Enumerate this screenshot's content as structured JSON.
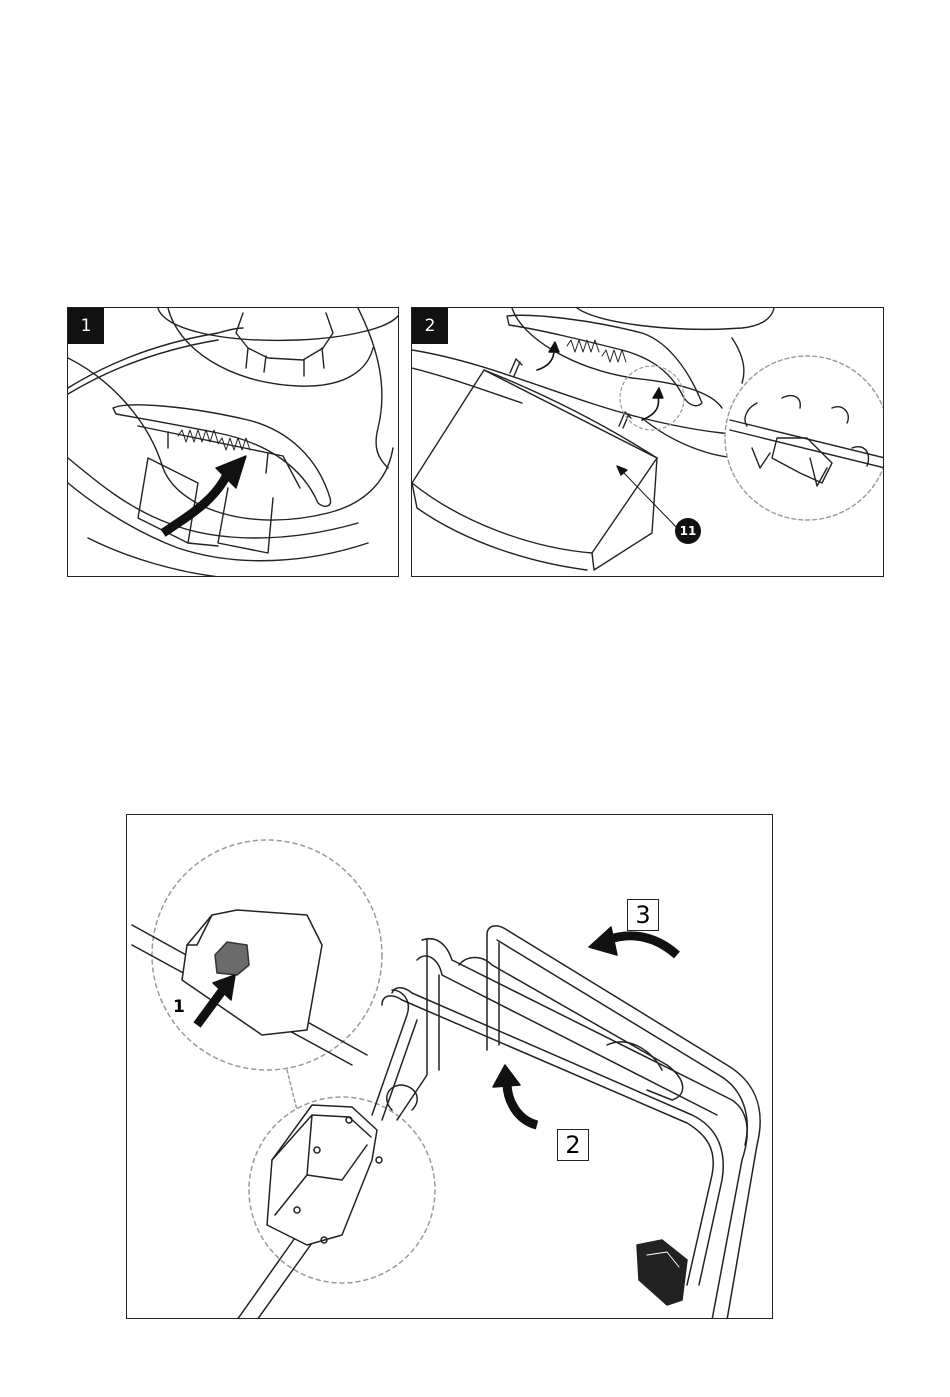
{
  "figure1": {
    "step_label": "1"
  },
  "figure2": {
    "step_label": "2",
    "callout": "11"
  },
  "figure3": {
    "labels": {
      "button": "1",
      "lift": "2",
      "rotate": "3"
    }
  },
  "colors": {
    "line": "#222222",
    "arrow": "#111111",
    "button_fill": "#6b6b6b",
    "detail_circle": "#9a9a9a"
  },
  "icons": [
    "curved-arrow-icon",
    "dashed-detail-circle",
    "hook-icon",
    "callout-marker"
  ]
}
